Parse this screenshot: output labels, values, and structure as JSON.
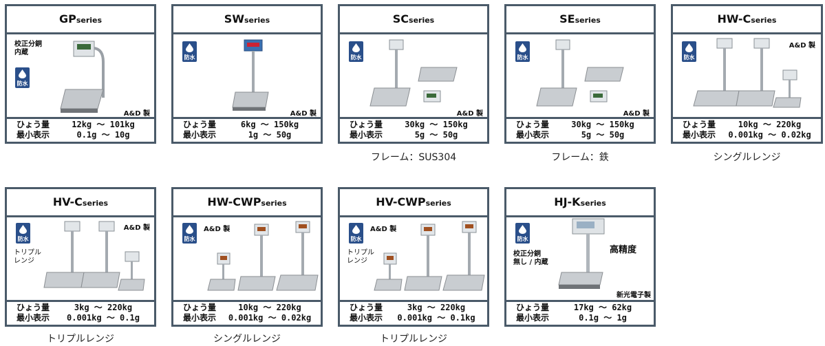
{
  "badge_text": "防水",
  "spec_labels": {
    "capacity": "ひょう量",
    "min_display": "最小表示"
  },
  "cards": [
    {
      "name": "GP",
      "suffix": "series",
      "capacity": "12kg ～ 101kg",
      "min_display": "0.1g ～ 10g",
      "maker": "A&D 製",
      "note": "校正分銅\n内蔵",
      "caption": ""
    },
    {
      "name": "SW",
      "suffix": "series",
      "capacity": "6kg ～ 150kg",
      "min_display": "1g ～ 50g",
      "maker": "A&D 製",
      "note": "",
      "caption": ""
    },
    {
      "name": "SC",
      "suffix": "series",
      "capacity": "30kg ～ 150kg",
      "min_display": "5g ～ 50g",
      "maker": "A&D 製",
      "note": "",
      "caption": "フレーム：SUS304"
    },
    {
      "name": "SE",
      "suffix": "series",
      "capacity": "30kg ～ 150kg",
      "min_display": "5g ～ 50g",
      "maker": "A&D 製",
      "note": "",
      "caption": "フレーム：鉄"
    },
    {
      "name": "HW-C",
      "suffix": "series",
      "capacity": "10kg ～ 220kg",
      "min_display": "0.001kg ～ 0.02kg",
      "maker": "A&D 製",
      "note": "",
      "caption": "シングルレンジ"
    },
    {
      "name": "HV-C",
      "suffix": "series",
      "capacity": "3kg ～ 220kg",
      "min_display": "0.001kg ～ 0.1g",
      "maker": "A&D 製",
      "note": "トリプル\nレンジ",
      "caption": "トリプルレンジ"
    },
    {
      "name": "HW-CWP",
      "suffix": "series",
      "capacity": "10kg ～ 220kg",
      "min_display": "0.001kg ～ 0.02kg",
      "maker": "A&D 製",
      "note": "",
      "caption": "シングルレンジ"
    },
    {
      "name": "HV-CWP",
      "suffix": "series",
      "capacity": "3kg ～ 220kg",
      "min_display": "0.001kg ～ 0.1kg",
      "maker": "A&D 製",
      "note": "トリプル\nレンジ",
      "caption": "トリプルレンジ"
    },
    {
      "name": "HJ-K",
      "suffix": "series",
      "capacity": "17kg ～ 62kg",
      "min_display": "0.1g ～ 1g",
      "maker": "新光電子製",
      "note": "校正分銅\n無し / 内蔵",
      "highlight": "高精度",
      "caption": ""
    }
  ],
  "colors": {
    "border": "#4a5a69",
    "badge": "#2a4f8a"
  }
}
